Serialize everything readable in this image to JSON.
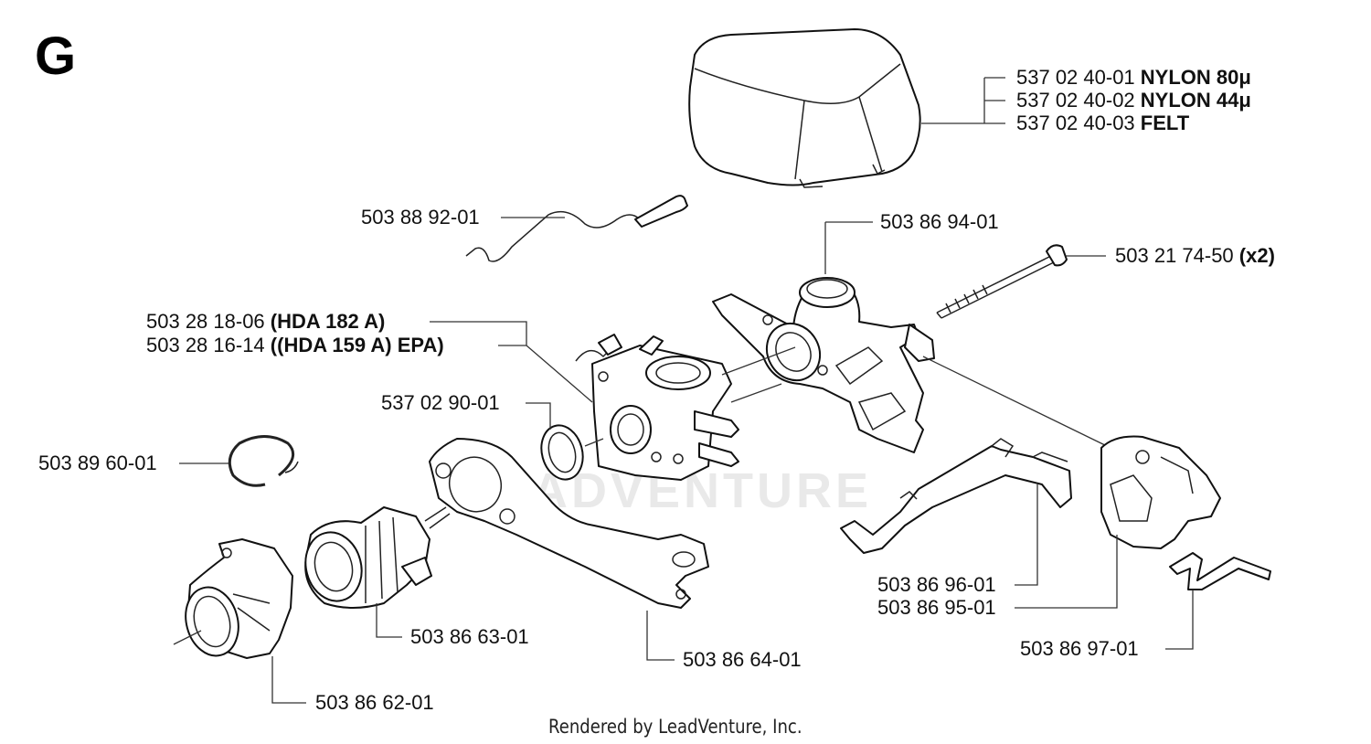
{
  "section_letter": "G",
  "footer": "Rendered by LeadVenture, Inc.",
  "watermark": "LEADVENTURE",
  "parts": {
    "air_filter_nylon80": {
      "number": "537 02 40-01",
      "desc": "NYLON 80μ"
    },
    "air_filter_nylon44": {
      "number": "537 02 40-02",
      "desc": "NYLON 44μ"
    },
    "air_filter_felt": {
      "number": "537 02 40-03",
      "desc": "FELT"
    },
    "choke_rod": {
      "number": "503 88 92-01"
    },
    "carb_holder": {
      "number": "503 86 94-01"
    },
    "screw": {
      "number": "503 21 74-50",
      "qty": "(x2)"
    },
    "carb_hda182": {
      "number": "503 28 18-06",
      "desc": "(HDA 182 A)"
    },
    "carb_hda159": {
      "number": "503 28 16-14",
      "desc": "((HDA 159 A) EPA)"
    },
    "intake_ring": {
      "number": "537 02 90-01"
    },
    "circlip": {
      "number": "503 89 60-01"
    },
    "throttle_rod": {
      "number": "503 86 96-01"
    },
    "bracket": {
      "number": "503 86 95-01"
    },
    "spring": {
      "number": "503 86 97-01"
    },
    "intake_boot": {
      "number": "503 86 63-01"
    },
    "flange": {
      "number": "503 86 64-01"
    },
    "intake_adapter": {
      "number": "503 86 62-01"
    }
  },
  "colors": {
    "line": "#111111",
    "watermark": "#e9e9e9"
  }
}
